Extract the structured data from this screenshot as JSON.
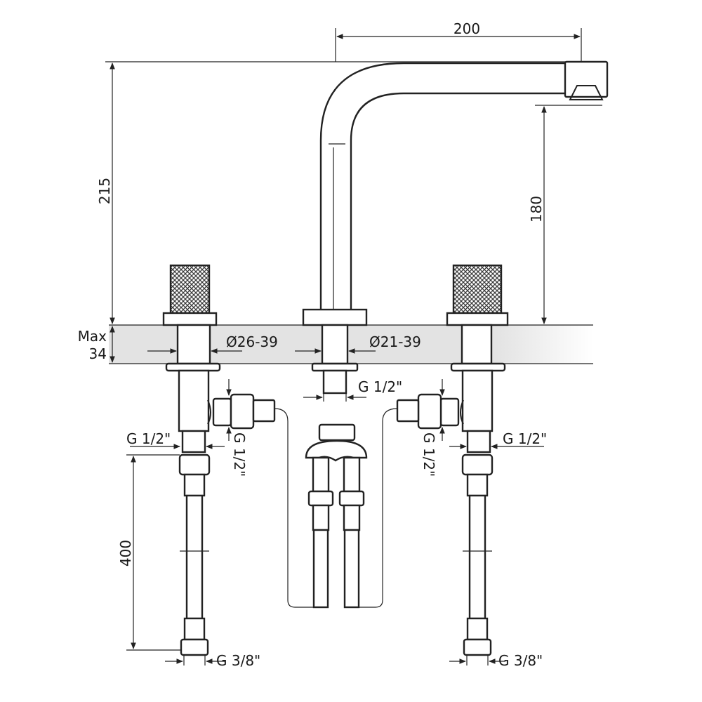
{
  "dimensions": {
    "spout_reach": "200",
    "total_height": "215",
    "spout_height": "180",
    "max_deck_line1": "Max",
    "max_deck_line2": "34",
    "handle_hole": "Ø26-39",
    "spout_hole": "Ø21-39",
    "spout_thread": "G 1/2\"",
    "left_valve_outlet": "G 1/2\"",
    "left_side_port": "G 1/2\"",
    "right_side_port": "G 1/2\"",
    "right_valve_outlet": "G 1/2\"",
    "hose_length": "400",
    "left_hose_end": "G 3/8\"",
    "right_hose_end": "G 3/8\""
  },
  "colors": {
    "line": "#222222",
    "deck_band": "#e3e3e3",
    "knurl": "#3a3a3a"
  }
}
